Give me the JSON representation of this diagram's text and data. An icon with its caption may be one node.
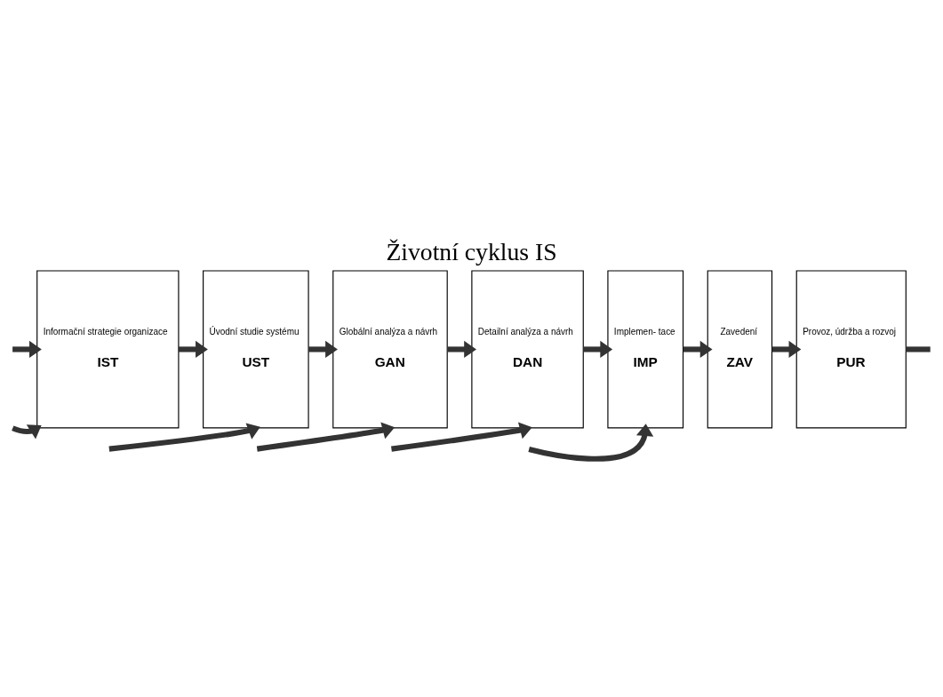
{
  "diagram": {
    "title": "Životní cyklus IS",
    "nodes": [
      {
        "text": [
          "Informační strategie organizace",
          "IST"
        ]
      },
      {
        "text": [
          "Úvodní studie systému",
          "UST"
        ]
      },
      {
        "text": [
          "Globální analýza a návrh",
          "GAN"
        ]
      },
      {
        "text": [
          "Detailní analýza a návrh",
          "DAN"
        ]
      },
      {
        "text": [
          "Implemen- tace",
          "IMP"
        ]
      },
      {
        "text": [
          "Zavedení",
          "ZAV"
        ]
      },
      {
        "text": [
          "Provoz, údržba a rozvoj",
          "PUR"
        ]
      }
    ],
    "edges": [
      {
        "from": null,
        "to": 0,
        "arrow": "to"
      },
      {
        "from": 0,
        "to": 1,
        "arrow": "to"
      },
      {
        "from": 1,
        "to": 2,
        "arrow": "to"
      },
      {
        "from": 2,
        "to": 3,
        "arrow": "to"
      },
      {
        "from": 3,
        "to": 4,
        "arrow": "to"
      },
      {
        "from": 4,
        "to": 5,
        "arrow": "to"
      },
      {
        "from": 5,
        "to": 6,
        "arrow": "to"
      },
      {
        "from": 6,
        "to": null,
        "arrow": "none"
      },
      {
        "from": null,
        "to": 0,
        "arrow": "to"
      },
      {
        "from": null,
        "to": 1,
        "arrow": "to"
      },
      {
        "from": null,
        "to": 2,
        "arrow": "to"
      },
      {
        "from": null,
        "to": 3,
        "arrow": "to"
      },
      {
        "from": null,
        "to": 4,
        "arrow": "to"
      }
    ]
  }
}
